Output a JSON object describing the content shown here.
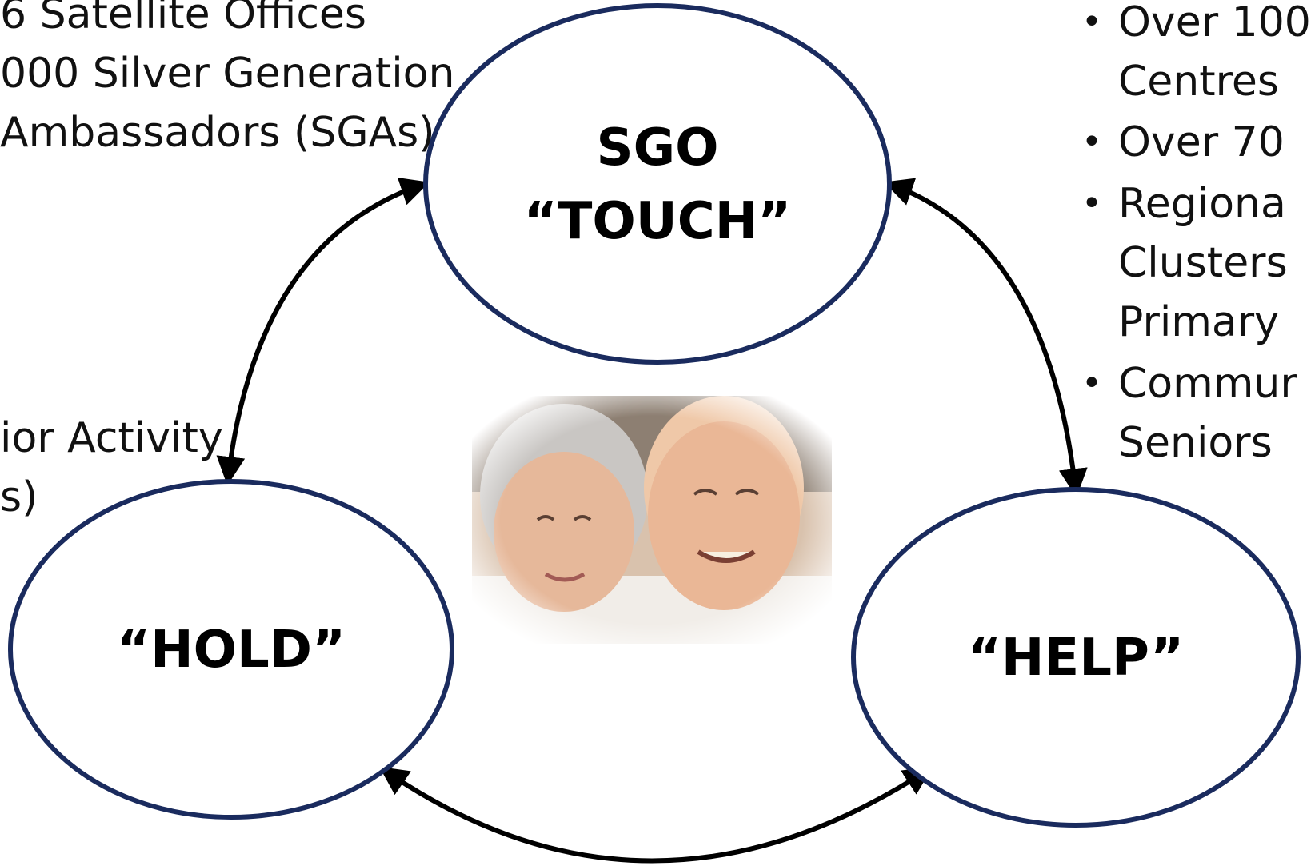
{
  "left_top_text": [
    "6 Satellite Offices",
    "000 Silver Generation",
    "Ambassadors (SGAs)"
  ],
  "left_mid_text": [
    "ior Activity",
    "s)"
  ],
  "right_text": {
    "bullets": [
      {
        "lines": [
          "Over 100",
          "Centres"
        ]
      },
      {
        "lines": [
          "Over 70"
        ]
      },
      {
        "lines": [
          "Regiona",
          "Clusters",
          "Primary"
        ]
      },
      {
        "lines": [
          "Commur",
          "Seniors"
        ]
      }
    ]
  },
  "nodes": {
    "top": {
      "line1": "SGO",
      "line2": "“TOUCH”"
    },
    "left": {
      "label": "“HOLD”"
    },
    "right": {
      "label": "“HELP”"
    }
  },
  "colors": {
    "ellipse_stroke": "#1a2b5e",
    "arrow": "#000000"
  }
}
